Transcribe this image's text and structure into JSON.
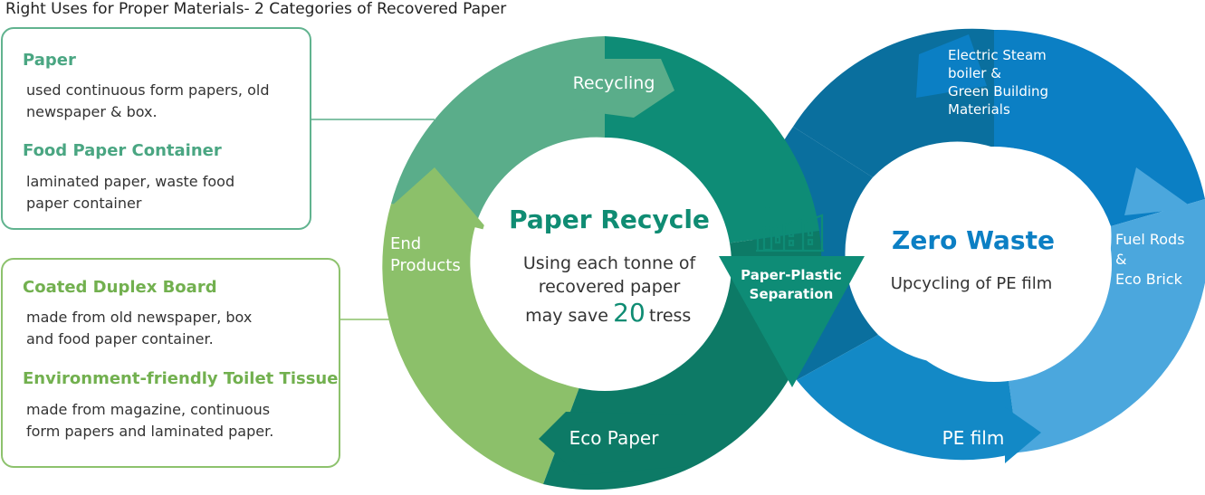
{
  "title": "Right Uses for Proper Materials- 2 Categories of Recovered Paper",
  "category_boxes": [
    {
      "items": [
        {
          "heading": "Paper",
          "desc": "used continuous form papers, old\nnewspaper & box."
        },
        {
          "heading": "Food Paper Container",
          "desc": "laminated paper, waste food\npaper container"
        }
      ]
    },
    {
      "items": [
        {
          "heading": "Coated Duplex Board",
          "desc": "made from old newspaper, box\nand food paper container."
        },
        {
          "heading": "Environment-friendly Toilet Tissue",
          "desc": "made from magazine, continuous\nform papers and  laminated paper."
        }
      ]
    }
  ],
  "paper_cycle": {
    "title": "Paper Recycle",
    "line1": "Using each tonne of",
    "line2": "recovered paper",
    "line3_prefix": "may save",
    "highlight_number": "20",
    "line3_suffix": "tress",
    "stages": {
      "recycling": "Recycling",
      "end_products_1": "End",
      "end_products_2": "Products",
      "eco_paper": "Eco  Paper"
    }
  },
  "separation": {
    "label_1": "Paper-Plastic",
    "label_2": "Separation",
    "icon": "factory-icon"
  },
  "zero_waste_cycle": {
    "title": "Zero Waste",
    "subtitle": "Upcycling of PE film",
    "stages": {
      "boiler_1": "Electric Steam",
      "boiler_2": "boiler &",
      "boiler_3": "Green Building",
      "boiler_4": "Materials",
      "fuel_1": "Fuel Rods",
      "fuel_2": "&",
      "fuel_3": "Eco Brick",
      "pe_film": "PE film"
    }
  },
  "colors": {
    "light_green": "#5aad8a",
    "mid_green": "#8cc06a",
    "dark_green": "#0d7a66",
    "teal": "#0e8c76",
    "dark_blue": "#0a6f9e",
    "blue": "#0b7fc4",
    "light_blue": "#4ba7dd",
    "title_green": "#0f8c73",
    "title_blue": "#0b7fc4"
  }
}
